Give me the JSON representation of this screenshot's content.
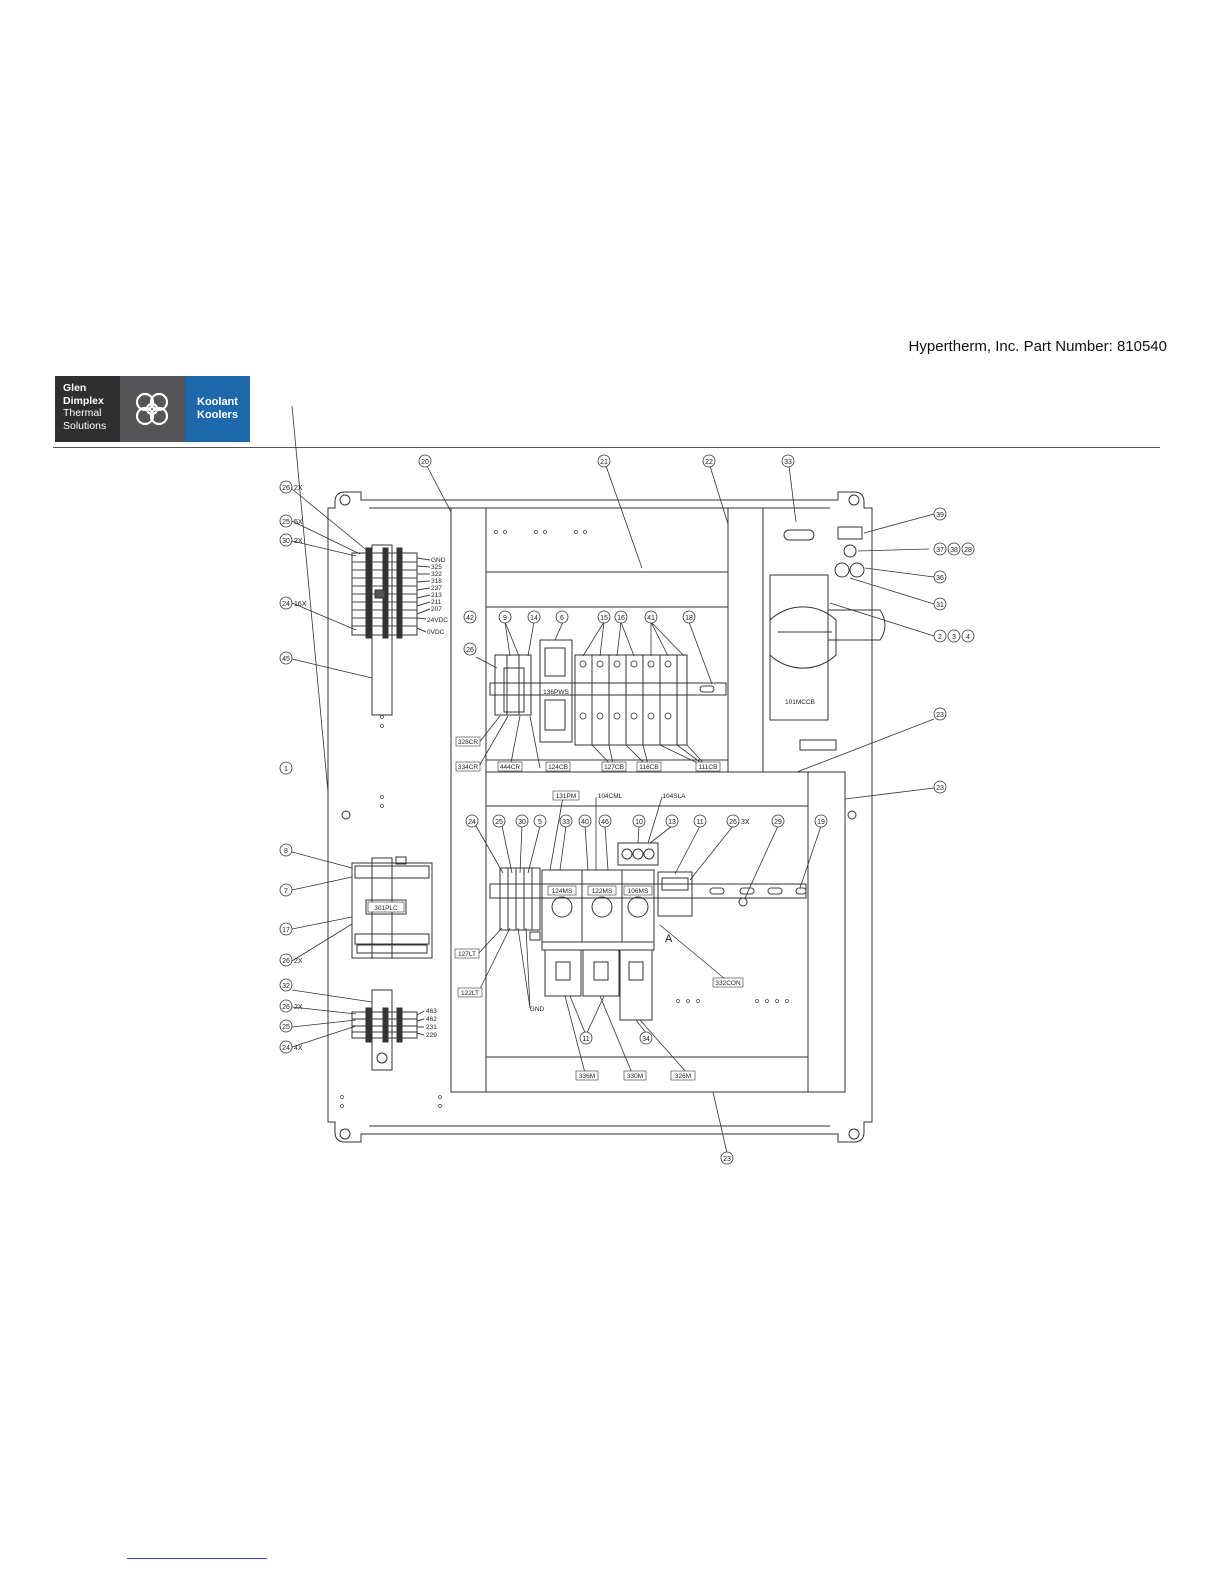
{
  "header": {
    "part_number": "Hypertherm, Inc. Part Number: 810540"
  },
  "logo": {
    "line1": "Glen",
    "line2": "Dimplex",
    "line3": "Thermal",
    "line4": "Solutions",
    "brand_line1": "Koolant",
    "brand_line2": "Koolers",
    "colors": {
      "dark": "#2f2f2f",
      "mid": "#555557",
      "blue": "#1d69ab"
    }
  },
  "balloons": {
    "b20": "20",
    "b21": "21",
    "b22": "22",
    "b33": "33",
    "b39": "39",
    "b37": "37",
    "b38": "38",
    "b28": "28",
    "b36": "36",
    "b31": "31",
    "b2": "2",
    "b3": "3",
    "b4": "4",
    "b23a": "23",
    "b23b": "23",
    "b23c": "23",
    "b26a": "26",
    "b25a": "25",
    "b30a": "30",
    "b24a": "24",
    "b45": "45",
    "b1": "1",
    "b8": "8",
    "b7": "7",
    "b17": "17",
    "b26b": "26",
    "b32": "32",
    "b26c": "26",
    "b25b": "25",
    "b24b": "24",
    "b42": "42",
    "b9": "9",
    "b14": "14",
    "b6": "6",
    "b15": "15",
    "b16": "16",
    "b41": "41",
    "b18": "18",
    "b26d": "26",
    "b24c": "24",
    "b25c": "25",
    "b30b": "30",
    "b5": "5",
    "b33b": "33",
    "b40": "40",
    "b46": "46",
    "b10": "10",
    "b13": "13",
    "b11a": "11",
    "b26e": "26",
    "b29": "29",
    "b19": "19",
    "b11b": "11",
    "b34": "34"
  },
  "qty": {
    "q26a": "2X",
    "q25a": "5X",
    "q30a": "2X",
    "q24a": "16X",
    "q26b": "2X",
    "q26c": "2X",
    "q24b": "4X",
    "q26e": "3X"
  },
  "device_tags": {
    "plc": "301PLC",
    "psu": "136PWS",
    "mccb": "101MCCB",
    "cr1": "328CR",
    "cr2": "334CR",
    "cr3": "444CR",
    "cb1": "124CB",
    "cb2": "127CB",
    "cb3": "116CB",
    "cb4": "111CB",
    "pm": "131PM",
    "cml": "104CML",
    "sla": "104SLA",
    "ms1": "124MS",
    "ms2": "122MS",
    "ms3": "106MS",
    "con": "332CON",
    "m1": "336M",
    "m2": "330M",
    "m3": "326M",
    "lt1": "127LT",
    "lt2": "122LT",
    "gnd_block": "GND",
    "letter_a": "A"
  },
  "terminal_labels_top": [
    "GND",
    "325",
    "322",
    "318",
    "237",
    "213",
    "211",
    "207",
    "24VDC",
    "0VDC"
  ],
  "terminal_labels_bottom": [
    "463",
    "462",
    "231",
    "229"
  ]
}
